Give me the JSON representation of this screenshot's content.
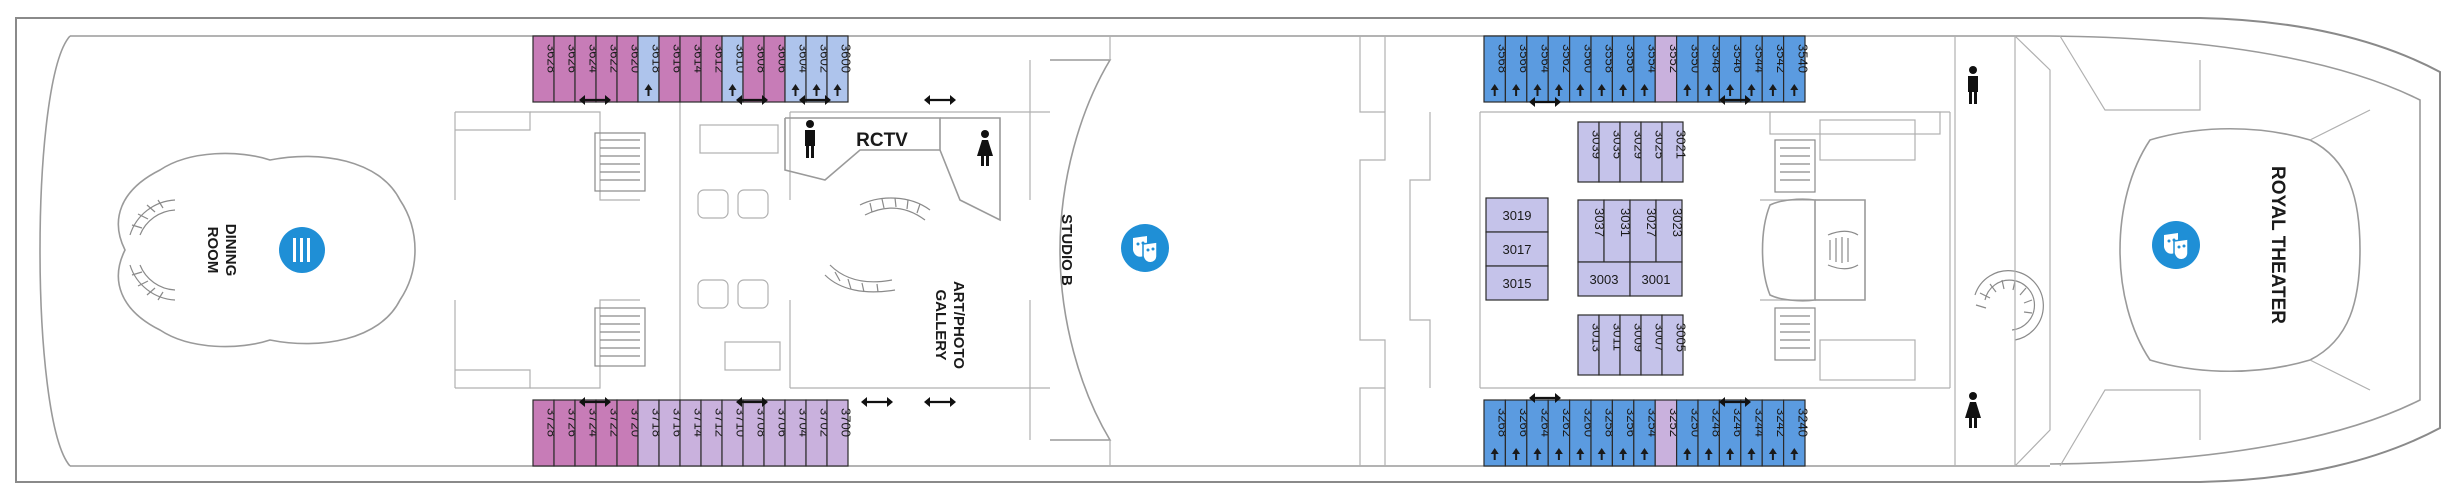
{
  "deck": {
    "colors": {
      "suite_pink": "#c77cb7",
      "balcony_blue": "#5b9be0",
      "oceanview_lavender": "#c5c3ea",
      "interior_purple": "#c9b1dd",
      "ocean_light_blue": "#aec4ec",
      "icon_blue": "#1f8fd6"
    },
    "venues": {
      "dining_room_line1": "DINING",
      "dining_room_line2": "ROOM",
      "rctv": "RCTV",
      "art_gallery_line1": "ART/PHOTO",
      "art_gallery_line2": "GALLERY",
      "studio_b": "STUDIO B",
      "royal_theater": "ROYAL THEATER"
    },
    "icons": {
      "dining": "fork-knife-icon",
      "theater_masks": "theater-masks-icon",
      "restroom_men": "restroom-man-icon",
      "restroom_women": "restroom-woman-icon",
      "accessible_arrow": "arrow-up-icon",
      "connecting": "double-arrow-icon"
    },
    "top_aft_cabins": [
      {
        "num": "3628",
        "cat": "suite_pink"
      },
      {
        "num": "3626",
        "cat": "suite_pink"
      },
      {
        "num": "3624",
        "cat": "suite_pink"
      },
      {
        "num": "3622",
        "cat": "suite_pink"
      },
      {
        "num": "3620",
        "cat": "suite_pink"
      },
      {
        "num": "3618",
        "cat": "ocean_light_blue",
        "arrow": true
      },
      {
        "num": "3616",
        "cat": "suite_pink"
      },
      {
        "num": "3614",
        "cat": "suite_pink"
      },
      {
        "num": "3612",
        "cat": "suite_pink"
      },
      {
        "num": "3610",
        "cat": "ocean_light_blue",
        "arrow": true
      },
      {
        "num": "3608",
        "cat": "suite_pink"
      },
      {
        "num": "3606",
        "cat": "suite_pink"
      },
      {
        "num": "3604",
        "cat": "ocean_light_blue",
        "arrow": true
      },
      {
        "num": "3602",
        "cat": "ocean_light_blue",
        "arrow": true
      },
      {
        "num": "3600",
        "cat": "ocean_light_blue",
        "arrow": true
      }
    ],
    "bottom_aft_cabins": [
      {
        "num": "3728",
        "cat": "suite_pink"
      },
      {
        "num": "3726",
        "cat": "suite_pink"
      },
      {
        "num": "3724",
        "cat": "suite_pink"
      },
      {
        "num": "3722",
        "cat": "suite_pink"
      },
      {
        "num": "3720",
        "cat": "suite_pink"
      },
      {
        "num": "3718",
        "cat": "interior_purple"
      },
      {
        "num": "3716",
        "cat": "interior_purple"
      },
      {
        "num": "3714",
        "cat": "interior_purple"
      },
      {
        "num": "3712",
        "cat": "interior_purple"
      },
      {
        "num": "3710",
        "cat": "interior_purple"
      },
      {
        "num": "3708",
        "cat": "interior_purple"
      },
      {
        "num": "3706",
        "cat": "interior_purple"
      },
      {
        "num": "3704",
        "cat": "interior_purple"
      },
      {
        "num": "3702",
        "cat": "interior_purple"
      },
      {
        "num": "3700",
        "cat": "interior_purple"
      }
    ],
    "top_fwd_cabins": [
      {
        "num": "3568",
        "cat": "balcony_blue",
        "arrow": true
      },
      {
        "num": "3566",
        "cat": "balcony_blue",
        "arrow": true
      },
      {
        "num": "3564",
        "cat": "balcony_blue",
        "arrow": true
      },
      {
        "num": "3562",
        "cat": "balcony_blue",
        "arrow": true
      },
      {
        "num": "3560",
        "cat": "balcony_blue",
        "arrow": true
      },
      {
        "num": "3558",
        "cat": "balcony_blue",
        "arrow": true
      },
      {
        "num": "3556",
        "cat": "balcony_blue",
        "arrow": true
      },
      {
        "num": "3554",
        "cat": "balcony_blue",
        "arrow": true
      },
      {
        "num": "3552",
        "cat": "interior_purple"
      },
      {
        "num": "3550",
        "cat": "balcony_blue",
        "arrow": true
      },
      {
        "num": "3548",
        "cat": "balcony_blue",
        "arrow": true
      },
      {
        "num": "3546",
        "cat": "balcony_blue",
        "arrow": true
      },
      {
        "num": "3544",
        "cat": "balcony_blue",
        "arrow": true
      },
      {
        "num": "3542",
        "cat": "balcony_blue",
        "arrow": true
      },
      {
        "num": "3540",
        "cat": "balcony_blue",
        "arrow": true
      }
    ],
    "bottom_fwd_cabins": [
      {
        "num": "3268",
        "cat": "balcony_blue",
        "arrow": true
      },
      {
        "num": "3266",
        "cat": "balcony_blue",
        "arrow": true
      },
      {
        "num": "3264",
        "cat": "balcony_blue",
        "arrow": true
      },
      {
        "num": "3262",
        "cat": "balcony_blue",
        "arrow": true
      },
      {
        "num": "3260",
        "cat": "balcony_blue",
        "arrow": true
      },
      {
        "num": "3258",
        "cat": "balcony_blue",
        "arrow": true
      },
      {
        "num": "3256",
        "cat": "balcony_blue",
        "arrow": true
      },
      {
        "num": "3254",
        "cat": "balcony_blue",
        "arrow": true
      },
      {
        "num": "3252",
        "cat": "interior_purple"
      },
      {
        "num": "3250",
        "cat": "balcony_blue",
        "arrow": true
      },
      {
        "num": "3248",
        "cat": "balcony_blue",
        "arrow": true
      },
      {
        "num": "3246",
        "cat": "balcony_blue",
        "arrow": true
      },
      {
        "num": "3244",
        "cat": "balcony_blue",
        "arrow": true
      },
      {
        "num": "3242",
        "cat": "balcony_blue",
        "arrow": true
      },
      {
        "num": "3240",
        "cat": "balcony_blue",
        "arrow": true
      }
    ],
    "interior_upper": [
      "3039",
      "3035",
      "3029",
      "3025",
      "3021"
    ],
    "interior_middle": [
      "3037",
      "3031",
      "3027",
      "3023"
    ],
    "interior_middle_bottom": [
      "3003",
      "3001"
    ],
    "interior_left_column": [
      "3019",
      "3017",
      "3015"
    ],
    "interior_lower": [
      "3013",
      "3011",
      "3009",
      "3007",
      "3005"
    ]
  }
}
